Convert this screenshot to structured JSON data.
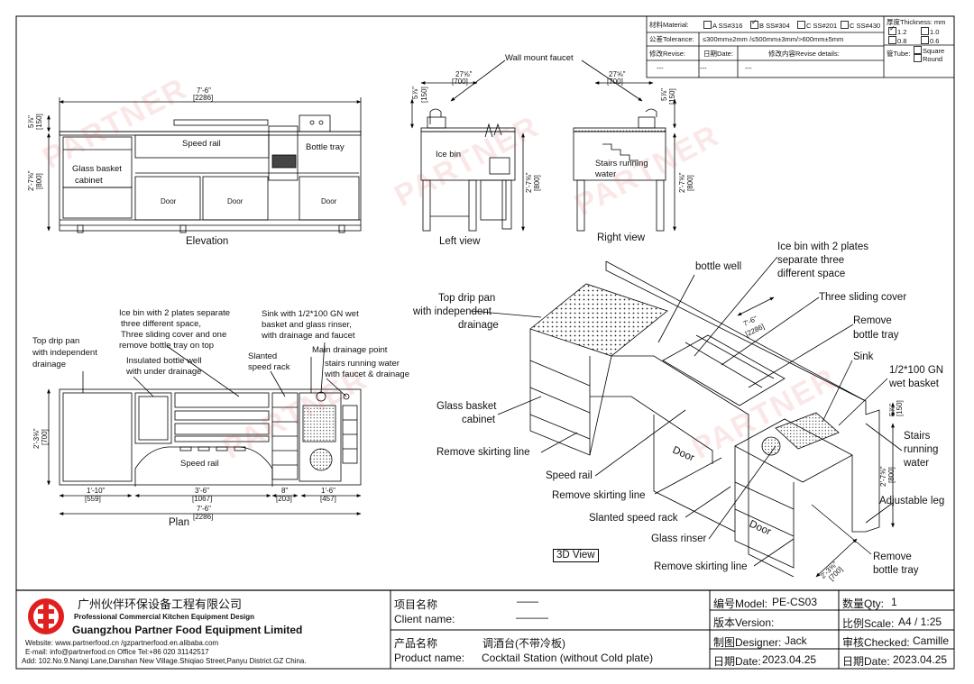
{
  "spec_table": {
    "material_label": "材料Material:",
    "material_options": [
      {
        "label": "A SS#316",
        "checked": false
      },
      {
        "label": "B SS#304",
        "checked": true
      },
      {
        "label": "C SS#201",
        "checked": false
      },
      {
        "label": "C SS#430",
        "checked": false
      }
    ],
    "tolerance_label": "公差Tolerance:",
    "tolerance_value": "≤300mm±2mm /≤500mm±3mm/>600mm±5mm",
    "revise_label": "修改Revise:",
    "date_label": "日期Date:",
    "details_label": "修改内容Revise details:",
    "revise_value": "---",
    "date_value": "---",
    "details_value": "---",
    "thickness_label": "厚度Thickness: mm",
    "thickness_options": [
      {
        "label": "1.2",
        "checked": true
      },
      {
        "label": "1.0",
        "checked": false
      },
      {
        "label": "0.8",
        "checked": false
      },
      {
        "label": "0.6",
        "checked": false
      }
    ],
    "tube_label": "管Tube:",
    "tube_options": [
      {
        "label": "Square",
        "checked": false
      },
      {
        "label": "Round",
        "checked": false
      }
    ]
  },
  "views": {
    "elevation": {
      "title": "Elevation",
      "labels": {
        "speed_rail": "Speed rail",
        "bottle_tray": "Bottle tray",
        "glass_basket": "Glass basket",
        "cabinet": "cabinet",
        "door": "Door"
      },
      "dims": {
        "width": "7'-6\"",
        "width_mm": "[2286]",
        "top": "5⅞\"",
        "top_mm": "[150]",
        "height": "2'-7⅝\"",
        "height_mm": "[800]"
      }
    },
    "left": {
      "title": "Left  view",
      "labels": {
        "ice_bin": "Ice bin",
        "wall_faucet": "Wall mount faucet"
      },
      "dims": {
        "depth": "27⅝\"",
        "depth_mm": "[700]",
        "top": "5⅞\"",
        "top_mm": "[150]",
        "height": "2'-7⅝\"",
        "height_mm": "[800]"
      }
    },
    "right": {
      "title": "Right view",
      "labels": {
        "stairs_1": "Stairs running",
        "stairs_2": "water"
      },
      "dims": {
        "depth": "27⅝\"",
        "depth_mm": "[700]",
        "top": "5⅞\"",
        "top_mm": "[150]",
        "height": "2'-7⅝\"",
        "height_mm": "[800]"
      }
    },
    "plan": {
      "title": "Plan",
      "labels": {
        "top_drip_1": "Top drip pan",
        "top_drip_2": "with independent",
        "top_drip_3": "drainage",
        "ice_bin_1": "Ice bin with  2 plates separate",
        "ice_bin_2": "three different space,",
        "ice_bin_3": "Three sliding cover and one",
        "ice_bin_4": "remove bottle tray on top",
        "insulated_1": "Insulated bottle well",
        "insulated_2": "with under drainage",
        "slanted_1": "Slanted",
        "slanted_2": "speed rack",
        "sink_1": "Sink  with 1/2*100 GN wet",
        "sink_2": "basket and glass rinser,",
        "sink_3": "with drainage and faucet",
        "main_drain": "Main drainage point",
        "stairs_1": "stairs running water",
        "stairs_2": "with faucet & drainage",
        "speed_rail": "Speed rail"
      },
      "dims": {
        "total": "7'-6\"",
        "total_mm": "[2286]",
        "d1": "1'-10\"",
        "d1_mm": "[559]",
        "d2": "3'-6\"",
        "d2_mm": "[1067]",
        "d3": "8\"",
        "d3_mm": "[203]",
        "d4": "1'-6\"",
        "d4_mm": "[457]",
        "depth": "2'-3⅝\"",
        "depth_mm": "[700]"
      }
    },
    "iso": {
      "title": "3D View",
      "labels": {
        "bottle_well": "bottle well",
        "ice_bin_1": "Ice bin with 2 plates",
        "ice_bin_2": "separate three",
        "ice_bin_3": "different space",
        "top_drip_1": "Top drip pan",
        "top_drip_2": "with independent",
        "top_drip_3": "drainage",
        "sliding_cover": "Three sliding cover",
        "remove_tray_1": "Remove",
        "remove_tray_2": "bottle tray",
        "sink": "Sink",
        "wet_basket_1": "1/2*100 GN",
        "wet_basket_2": "wet basket",
        "glass_basket_1": "Glass basket",
        "glass_basket_2": "cabinet",
        "stairs_1": "Stairs",
        "stairs_2": "running",
        "stairs_3": "water",
        "skirting_1": "Remove skirting line",
        "speed_rail": "Speed rail",
        "skirting_2": "Remove skirting line",
        "adj_leg": "Adjustable leg",
        "slanted": "Slanted speed rack",
        "glass_rinser": "Glass rinser",
        "skirting_3": "Remove skirting line",
        "remove_bottom_1": "Remove",
        "remove_bottom_2": "bottle tray",
        "door": "Door",
        "dim_width": "7'-6\"",
        "dim_width_mm": "[2286]",
        "dim_top": "5⅞\"",
        "dim_top_mm": "[150]",
        "dim_height": "2'-7⅝\"",
        "dim_height_mm": "[800]",
        "dim_depth": "2'-3⅝\"",
        "dim_depth_mm": "[700]"
      }
    }
  },
  "title_block": {
    "company_cn": "广州伙伴环保设备工程有限公司",
    "company_tagline": "Professional Commercial Kitchen Equipment Design",
    "company_en": "Guangzhou Partner Food Equipment Limited",
    "website": "Website:  www.partnerfood.cn /gzpartnerfood.en.alibaba.com",
    "email": "E-mail:  info@partnerfood.cn     Office  Tel:+86  020  31142517",
    "address": "Add: 102.No.9.Nanqi Lane,Danshan New Village.Shiqiao Street,Panyu District.GZ China.",
    "project_cn": "项目名称",
    "project_value": "——",
    "client_label": "Client name:",
    "client_value": "———",
    "product_cn": "产品名称",
    "product_cn_value": "调酒台(不带冷板)",
    "product_label": "Product name:",
    "product_value": "Cocktail Station (without Cold plate)",
    "model_label": "编号Model:",
    "model_value": "PE-CS03",
    "qty_label": "数量Qty:",
    "qty_value": "1",
    "version_label": "版本Version:",
    "version_value": "",
    "scale_label": "比例Scale:",
    "scale_value": "A4 / 1:25",
    "designer_label": "制图Designer:",
    "designer_value": "Jack",
    "checked_label": "审核Checked:",
    "checked_value": "Camille",
    "date1_label": "日期Date:",
    "date1_value": "2023.04.25",
    "date2_label": "日期Date:",
    "date2_value": "2023.04.25"
  },
  "watermark": "PARTNER"
}
